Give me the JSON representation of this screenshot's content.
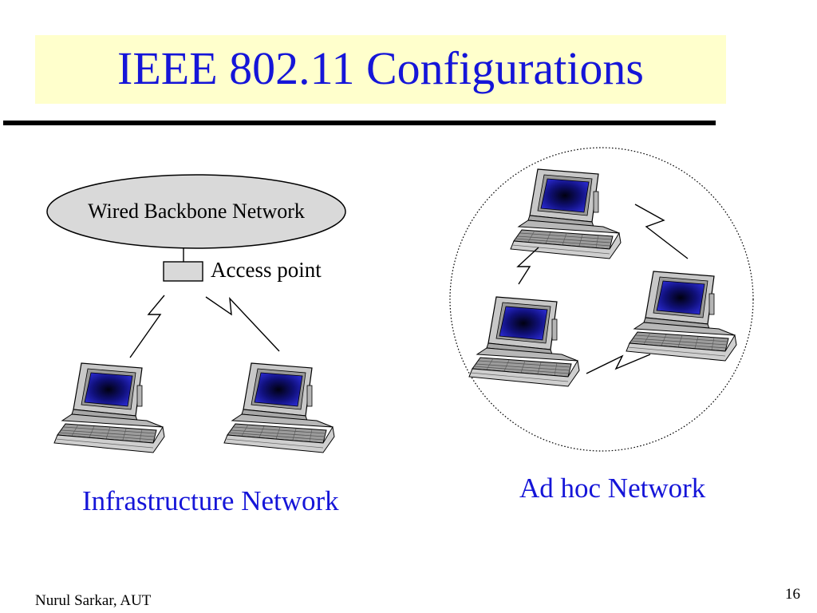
{
  "slide": {
    "title": "IEEE 802.11 Configurations",
    "footer_author": "Nurul Sarkar, AUT",
    "page_number": "16"
  },
  "infrastructure": {
    "backbone_label": "Wired Backbone Network",
    "access_point_label": "Access point",
    "caption": "Infrastructure Network"
  },
  "adhoc": {
    "caption": "Ad hoc Network"
  },
  "colors": {
    "title_text": "#1515d8",
    "title_background": "#ffffcc",
    "caption_text": "#1515d8",
    "backbone_fill": "#d9d9d9",
    "laptop_screen": "#1a1a9a"
  },
  "icons": {
    "laptop": "laptop-icon",
    "access_point": "access-point-icon",
    "wireless_link": "lightning-link-icon"
  }
}
